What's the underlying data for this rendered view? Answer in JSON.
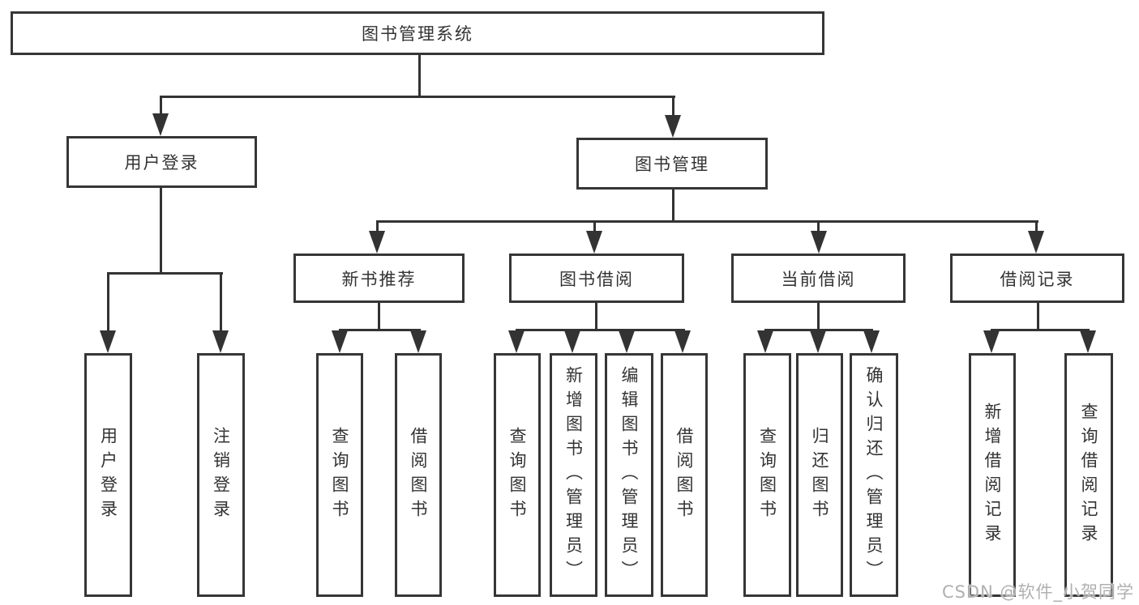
{
  "root": {
    "label": "图书管理系统"
  },
  "branches": [
    {
      "label": "用户登录",
      "children": [
        {
          "label": "用户登录"
        },
        {
          "label": "注销登录"
        }
      ]
    },
    {
      "label": "图书管理",
      "children": [
        {
          "label": "新书推荐",
          "children": [
            {
              "label": "查询图书"
            },
            {
              "label": "借阅图书"
            }
          ]
        },
        {
          "label": "图书借阅",
          "children": [
            {
              "label": "查询图书"
            },
            {
              "label": "新增图书（管理员）"
            },
            {
              "label": "编辑图书（管理员）"
            },
            {
              "label": "借阅图书"
            }
          ]
        },
        {
          "label": "当前借阅",
          "children": [
            {
              "label": "查询图书"
            },
            {
              "label": "归还图书"
            },
            {
              "label": "确认归还（管理员）"
            }
          ]
        },
        {
          "label": "借阅记录",
          "children": [
            {
              "label": "新增借阅记录"
            },
            {
              "label": "查询借阅记录"
            }
          ]
        }
      ]
    }
  ],
  "watermark": "CSDN @软件_小贺同学",
  "colors": {
    "line": "#333333",
    "border": "#363636",
    "text": "#333333",
    "watermark": "#b0b0b0",
    "background": "#ffffff"
  }
}
